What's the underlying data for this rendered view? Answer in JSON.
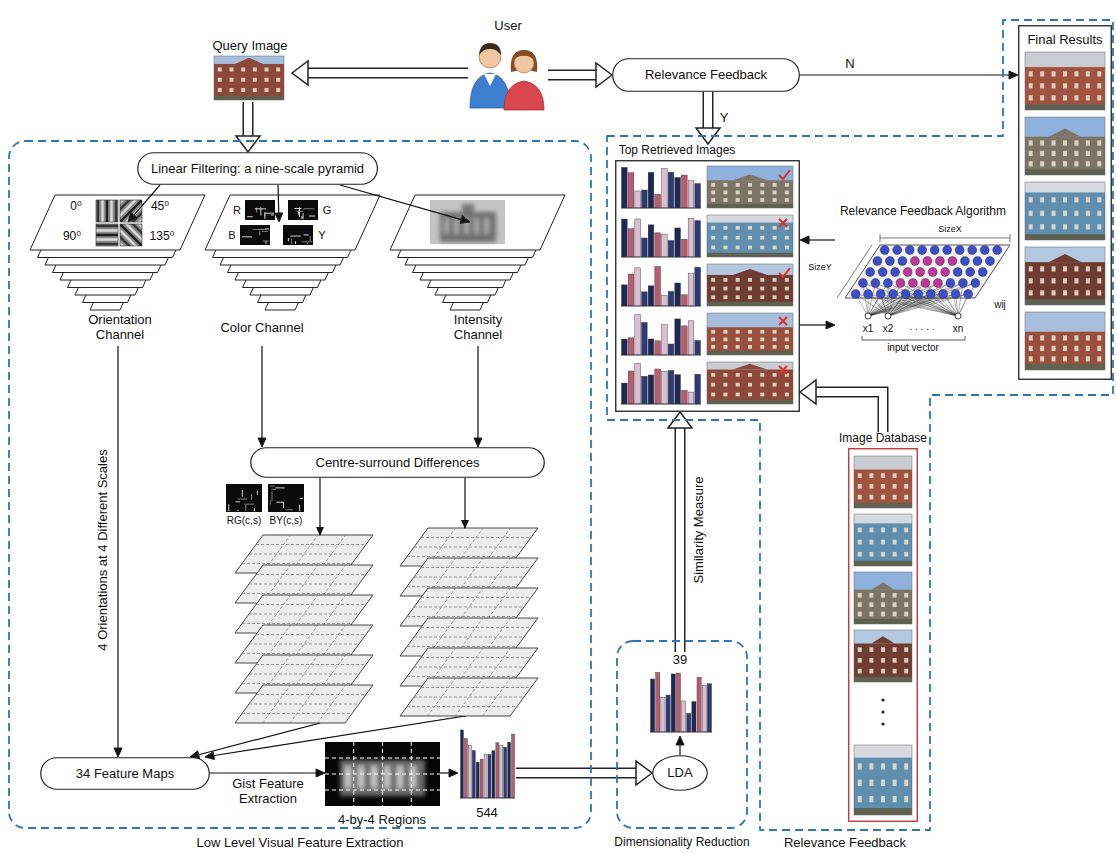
{
  "diagram": {
    "nodes": [
      {
        "text": [
          "Query Image"
        ]
      },
      {
        "text": [
          "User"
        ]
      },
      {
        "text": [
          "Relevance Feedback"
        ]
      },
      {
        "text": [
          "Low Level Visual Feature Extraction"
        ]
      },
      {
        "text": [
          "Linear Filtering: a nine-scale pyramid"
        ],
        "in": 3
      },
      {
        "text": [
          "Orientation Channel"
        ],
        "in": 3
      },
      {
        "text": [
          "Color Channel"
        ],
        "in": 3
      },
      {
        "text": [
          "Intensity Channel"
        ],
        "in": 3
      },
      {
        "text": [
          "Centre-surround Differences"
        ],
        "in": 3
      },
      {
        "text": [
          "34 Feature Maps"
        ],
        "in": 3
      },
      {
        "text": [
          "4-by-4 Regions"
        ],
        "in": 3
      },
      {
        "text": [
          "544"
        ],
        "in": 3
      },
      {
        "text": [
          "Dimensionality Reduction"
        ]
      },
      {
        "text": [
          "39"
        ],
        "in": 12
      },
      {
        "text": [
          "LDA"
        ],
        "in": 12
      },
      {
        "text": [
          "Relevance Feedback"
        ]
      },
      {
        "text": [
          "Final Results"
        ],
        "in": 15
      },
      {
        "text": [
          "Top Retrieved Images"
        ],
        "in": 15
      },
      {
        "text": [
          "Relevance Feedback Algorithm"
        ],
        "in": 15
      },
      {
        "text": [
          "Image Database"
        ],
        "in": 15
      }
    ],
    "edges": [
      {
        "from": 1,
        "to": 0,
        "arrow": "to"
      },
      {
        "from": 1,
        "to": 2,
        "arrow": "to"
      },
      {
        "from": 2,
        "to": 16,
        "arrow": "to",
        "label": "N"
      },
      {
        "from": 2,
        "to": 17,
        "arrow": "to",
        "label": "Y"
      },
      {
        "from": 0,
        "to": 4,
        "arrow": "to"
      },
      {
        "from": 4,
        "to": 5,
        "arrow": "to"
      },
      {
        "from": 4,
        "to": 6,
        "arrow": "to"
      },
      {
        "from": 4,
        "to": 7,
        "arrow": "to"
      },
      {
        "from": 5,
        "to": 9,
        "arrow": "to",
        "label": "4 Orientations at 4 Different Scales"
      },
      {
        "from": 6,
        "to": 8,
        "arrow": "to"
      },
      {
        "from": 7,
        "to": 8,
        "arrow": "to"
      },
      {
        "from": 8,
        "to": 9,
        "arrow": "to"
      },
      {
        "from": 8,
        "to": 9,
        "arrow": "to"
      },
      {
        "from": 9,
        "to": 10,
        "arrow": "to",
        "label": "Gist Feature Extraction"
      },
      {
        "from": 10,
        "to": 11,
        "arrow": "to"
      },
      {
        "from": 11,
        "to": 14,
        "arrow": "to"
      },
      {
        "from": 14,
        "to": 13,
        "arrow": "to"
      },
      {
        "from": 13,
        "to": 17,
        "arrow": "to",
        "label": "Similarity Measure"
      },
      {
        "from": 19,
        "to": 17,
        "arrow": "to"
      },
      {
        "from": 17,
        "to": 18,
        "arrow": "to"
      },
      {
        "from": 18,
        "to": 17,
        "arrow": "to"
      }
    ],
    "labels": [
      "0⁰",
      "45⁰",
      "90⁰",
      "135⁰",
      "R",
      "G",
      "B",
      "Y",
      "RG(c,s)",
      "BY(c,s)",
      "SizeX",
      "SizeY",
      "wij",
      "x1",
      "x2",
      ". . . . .",
      "xn",
      "input vector"
    ]
  }
}
